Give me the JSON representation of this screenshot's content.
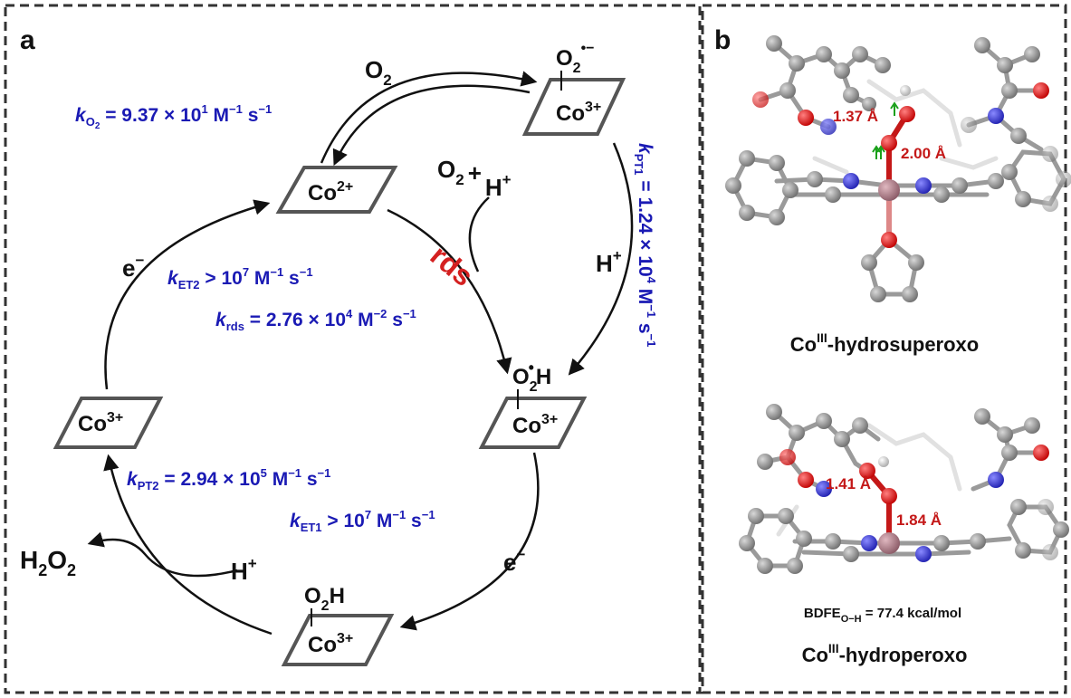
{
  "panels": {
    "a": {
      "letter": "a"
    },
    "b": {
      "letter": "b"
    }
  },
  "species": {
    "co2": "Co",
    "co2_charge": "2+",
    "co3": "Co",
    "co3_charge": "3+",
    "o2": "O",
    "o2_sub": "2",
    "superoxo_charge": "•−",
    "o2h_o": "O",
    "o2h_sub": "2",
    "o2h_dot": "•",
    "o2h_h": "H",
    "hydroperoxo_o": "O",
    "hydroperoxo_sub": "2",
    "hydroperoxo_h": "H"
  },
  "reagents": {
    "o2_label": "O",
    "o2_label_sub": "2",
    "o2_hplus_o": "O",
    "o2_hplus_sub": "2",
    "o2_hplus_plus": "+",
    "o2_hplus_h": "H",
    "o2_hplus_charge": "+",
    "hplus_right": "H",
    "hplus_right_charge": "+",
    "hplus_bottom": "H",
    "hplus_bottom_charge": "+",
    "electron_left": "e",
    "electron_left_charge": "−",
    "electron_right": "e",
    "electron_right_charge": "−",
    "h2o2_h": "H",
    "h2o2_h_sub": "2",
    "h2o2_o": "O",
    "h2o2_o_sub": "2",
    "rds": "rds"
  },
  "rates": {
    "ko2": {
      "k": "k",
      "sub": "O",
      "subsub": "2",
      "eq": " = 9.37 × 10",
      "exp": "1",
      "unit1": " M",
      "unit1exp": "−1",
      "unit2": " s",
      "unit2exp": "−1"
    },
    "kpt1": {
      "k": "k",
      "sub": "PT1",
      "eq": " = 1.24 × 10",
      "exp": "4",
      "unit1": " M",
      "unit1exp": "−1",
      "unit2": " s",
      "unit2exp": "−1"
    },
    "ket2": {
      "k": "k",
      "sub": "ET2",
      "eq": " > 10",
      "exp": "7",
      "unit1": " M",
      "unit1exp": "−1",
      "unit2": " s",
      "unit2exp": "−1"
    },
    "krds": {
      "k": "k",
      "sub": "rds",
      "eq": " = 2.76 × 10",
      "exp": "4",
      "unit1": " M",
      "unit1exp": "−2",
      "unit2": " s",
      "unit2exp": "−1"
    },
    "kpt2": {
      "k": "k",
      "sub": "PT2",
      "eq": " = 2.94 × 10",
      "exp": "5",
      "unit1": " M",
      "unit1exp": "−1",
      "unit2": " s",
      "unit2exp": "−1"
    },
    "ket1": {
      "k": "k",
      "sub": "ET1",
      "eq": " > 10",
      "exp": "7",
      "unit1": " M",
      "unit1exp": "−1",
      "unit2": " s",
      "unit2exp": "−1"
    }
  },
  "structures": {
    "top": {
      "bond1": "1.37 Å",
      "bond2": "2.00 Å",
      "name_co": "Co",
      "name_ox": "III",
      "name_rest": "-hydrosuperoxo"
    },
    "bottom": {
      "bond1": "1.41 Å",
      "bond2": "1.84 Å",
      "bdfe": "BDFE",
      "bdfe_sub": "O−H",
      "bdfe_val": " = 77.4 kcal/mol",
      "name_co": "Co",
      "name_ox": "III",
      "name_rest": "-hydroperoxo"
    }
  },
  "colors": {
    "rate_blue": "#1a1ab4",
    "rds_red": "#d42020",
    "bond_red": "#c41818",
    "spin_green": "#1aa01a",
    "carbon_gray": "#8c8c8c",
    "oxygen_red": "#dd1c1c",
    "nitrogen_blue": "#3a3ad6",
    "cobalt_pink": "#b07a86"
  }
}
